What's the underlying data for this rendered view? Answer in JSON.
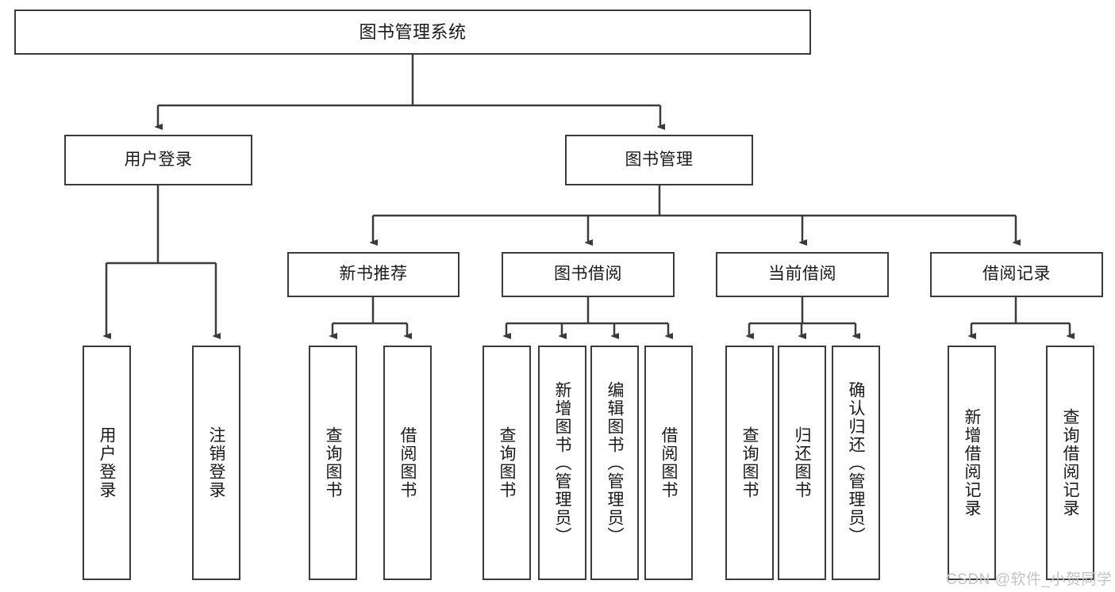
{
  "diagram": {
    "title": "图书管理系统",
    "type": "tree-hierarchy",
    "root": {
      "label": "图书管理系统"
    },
    "level2": [
      {
        "label": "用户登录"
      },
      {
        "label": "图书管理"
      }
    ],
    "level3": [
      {
        "label": "新书推荐"
      },
      {
        "label": "图书借阅"
      },
      {
        "label": "当前借阅"
      },
      {
        "label": "借阅记录"
      }
    ],
    "leaves": {
      "user_login": [
        {
          "label": "用户登录"
        },
        {
          "label": "注销登录"
        }
      ],
      "new_book_recommend": [
        {
          "label": "查询图书"
        },
        {
          "label": "借阅图书"
        }
      ],
      "book_borrow": [
        {
          "label": "查询图书"
        },
        {
          "label": "新增图书（管理员）"
        },
        {
          "label": "编辑图书（管理员）"
        },
        {
          "label": "借阅图书"
        }
      ],
      "current_borrow": [
        {
          "label": "查询图书"
        },
        {
          "label": "归还图书"
        },
        {
          "label": "确认归还（管理员）"
        }
      ],
      "borrow_record": [
        {
          "label": "新增借阅记录"
        },
        {
          "label": "查询借阅记录"
        }
      ]
    },
    "watermark": "CSDN @软件_小贺同学",
    "colors": {
      "stroke": "#3b3b3b",
      "text": "#1a1a1a",
      "background": "#ffffff",
      "watermark": "#c3c3c3"
    }
  }
}
